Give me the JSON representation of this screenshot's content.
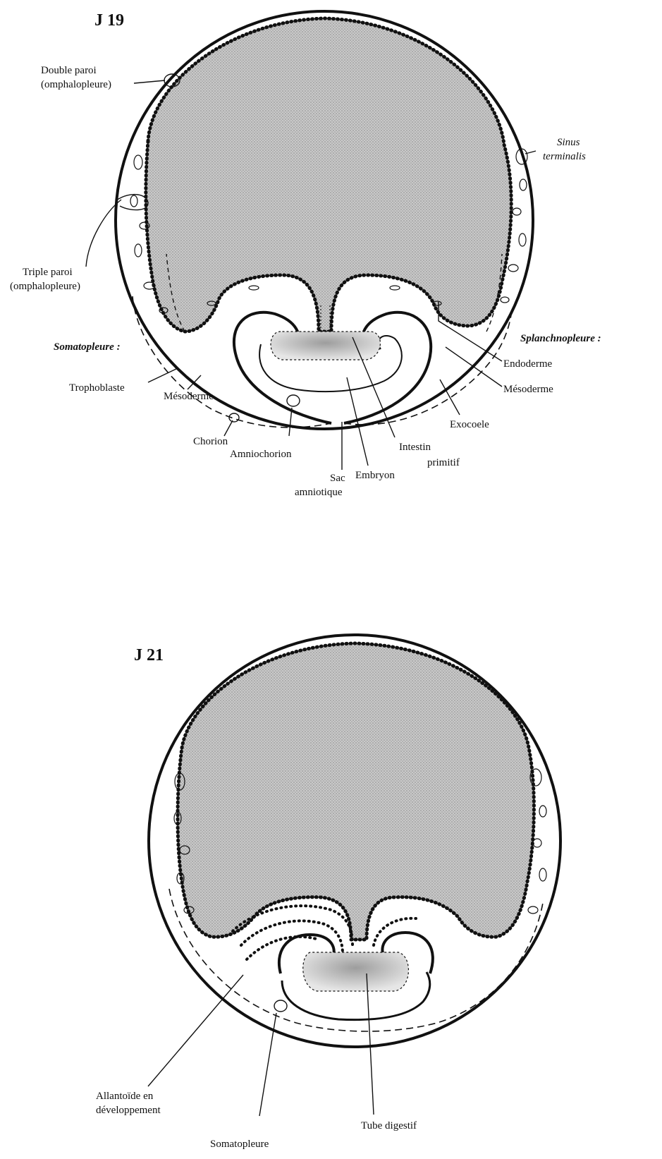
{
  "stages": {
    "j19": {
      "title": "J 19",
      "labels": {
        "double_paroi_1": "Double paroi",
        "double_paroi_2": "(omphalopleure)",
        "sinus_1": "Sinus",
        "sinus_2": "terminalis",
        "triple_paroi_1": "Triple paroi",
        "triple_paroi_2": "(omphalopleure)",
        "somatopleure_head": "Somatopleure :",
        "splanchnopleure_head": "Splanchnopleure :",
        "trophoblaste": "Trophoblaste",
        "mesoderme_left": "Mésoderme",
        "chorion": "Chorion",
        "amniochorion": "Amniochorion",
        "sac_1": "Sac",
        "sac_2": "amniotique",
        "embryon": "Embryon",
        "intestin_1": "Intestin",
        "intestin_2": "primitif",
        "exocoele": "Exocoele",
        "endoderme": "Endoderme",
        "mesoderme_right": "Mésoderme"
      }
    },
    "j21": {
      "title": "J 21",
      "labels": {
        "allantoide_1": "Allantoïde en",
        "allantoide_2": "développement",
        "somatopleure": "Somatopleure",
        "tube_digestif": "Tube digestif"
      }
    }
  }
}
